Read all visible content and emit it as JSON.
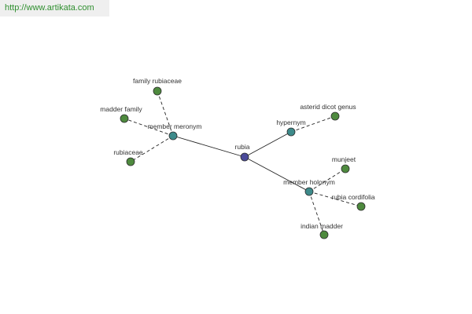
{
  "site": {
    "url_text": "http://www.artikata.com"
  },
  "colors": {
    "center_node": "#4a4a9a",
    "relation_node": "#3d8a8a",
    "leaf_node": "#4e8a3e",
    "solid_edge": "#222222",
    "dashed_edge": "#222222"
  },
  "graph": {
    "center": {
      "id": "rubia",
      "label": "rubia"
    },
    "relations": [
      {
        "id": "member-meronym",
        "label": "member meronym",
        "leaves": [
          {
            "id": "family-rubiaceae",
            "label": "family rubiaceae"
          },
          {
            "id": "madder-family",
            "label": "madder family"
          },
          {
            "id": "rubiaceae",
            "label": "rubiaceae"
          }
        ]
      },
      {
        "id": "hypernym",
        "label": "hypernym",
        "leaves": [
          {
            "id": "asterid-dicot-genus",
            "label": "asterid dicot genus"
          }
        ]
      },
      {
        "id": "member-holonym",
        "label": "member holonym",
        "leaves": [
          {
            "id": "munjeet",
            "label": "munjeet"
          },
          {
            "id": "rubia-cordifolia",
            "label": "rubia cordifolia"
          },
          {
            "id": "indian-madder",
            "label": "indian madder"
          }
        ]
      }
    ]
  }
}
